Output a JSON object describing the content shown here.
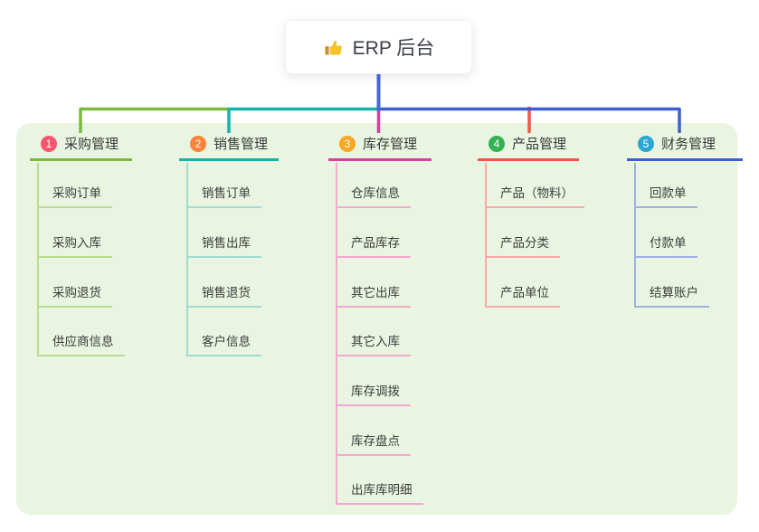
{
  "root": {
    "label": "ERP 后台",
    "icon": "thumbs-up"
  },
  "branches": [
    {
      "index": "1",
      "title": "采购管理",
      "badge_color": "#f8566f",
      "line_color": "#7cb93f",
      "light_color": "#b9dc92",
      "children": [
        "采购订单",
        "采购入库",
        "采购退货",
        "供应商信息"
      ]
    },
    {
      "index": "2",
      "title": "销售管理",
      "badge_color": "#f9833b",
      "line_color": "#17b3aa",
      "light_color": "#9edcd4",
      "children": [
        "销售订单",
        "销售出库",
        "销售退货",
        "客户信息"
      ]
    },
    {
      "index": "3",
      "title": "库存管理",
      "badge_color": "#f6a723",
      "line_color": "#d6419e",
      "light_color": "#f3a9cf",
      "children": [
        "仓库信息",
        "产品库存",
        "其它出库",
        "其它入库",
        "库存调拨",
        "库存盘点",
        "出库库明细"
      ]
    },
    {
      "index": "4",
      "title": "产品管理",
      "badge_color": "#33b351",
      "line_color": "#f2544e",
      "light_color": "#f8aba6",
      "children": [
        "产品（物料）",
        "产品分类",
        "产品单位"
      ]
    },
    {
      "index": "5",
      "title": "财务管理",
      "badge_color": "#2ba7d3",
      "line_color": "#3f5ed0",
      "light_color": "#9fb0e4",
      "children": [
        "回款单",
        "付款单",
        "结算账户"
      ]
    }
  ],
  "colors": {
    "canvas_bg": "#e9f5e1",
    "trunk": "#4a66d8",
    "text_dark": "#3b3f46"
  }
}
